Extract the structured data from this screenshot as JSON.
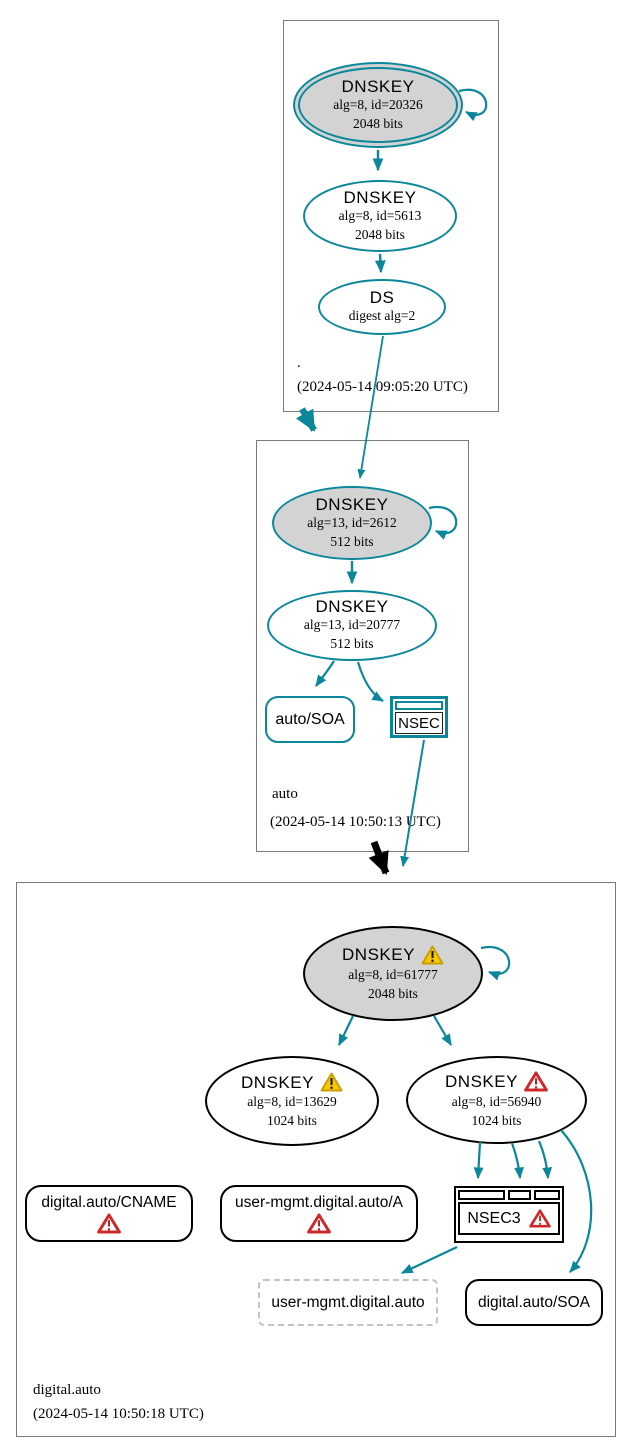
{
  "colors": {
    "edge_teal": "#0a879a",
    "node_gray_fill": "#d3d3d3",
    "node_black_border": "#000000",
    "zone_box_border": "#7a7a7a",
    "warning_yellow": "#f7c800",
    "error_red": "#cc2a2a",
    "delegation_black": "#000000"
  },
  "zones": [
    {
      "label": ".",
      "timestamp": "(2024-05-14 09:05:20 UTC)",
      "nodes": {
        "ksk": {
          "title": "DNSKEY",
          "detail": "alg=8, id=20326",
          "bits": "2048 bits"
        },
        "zsk": {
          "title": "DNSKEY",
          "detail": "alg=8, id=5613",
          "bits": "2048 bits"
        },
        "ds": {
          "title": "DS",
          "detail": "digest alg=2"
        }
      }
    },
    {
      "label": "auto",
      "timestamp": "(2024-05-14 10:50:13 UTC)",
      "nodes": {
        "ksk": {
          "title": "DNSKEY",
          "detail": "alg=13, id=2612",
          "bits": "512 bits"
        },
        "zsk": {
          "title": "DNSKEY",
          "detail": "alg=13, id=20777",
          "bits": "512 bits"
        },
        "soa": {
          "label": "auto/SOA"
        },
        "nsec": {
          "label": "NSEC"
        }
      }
    },
    {
      "label": "digital.auto",
      "timestamp": "(2024-05-14 10:50:18 UTC)",
      "nodes": {
        "ksk": {
          "title": "DNSKEY",
          "detail": "alg=8, id=61777",
          "bits": "2048 bits",
          "status": "warning"
        },
        "key13629": {
          "title": "DNSKEY",
          "detail": "alg=8, id=13629",
          "bits": "1024 bits",
          "status": "warning"
        },
        "key56940": {
          "title": "DNSKEY",
          "detail": "alg=8, id=56940",
          "bits": "1024 bits",
          "status": "error"
        },
        "cname": {
          "label": "digital.auto/CNAME",
          "status": "error"
        },
        "a_record": {
          "label": "user-mgmt.digital.auto/A",
          "status": "error"
        },
        "nsec3": {
          "label": "NSEC3",
          "status": "error"
        },
        "uncovered": {
          "label": "user-mgmt.digital.auto"
        },
        "soa": {
          "label": "digital.auto/SOA"
        }
      }
    }
  ]
}
